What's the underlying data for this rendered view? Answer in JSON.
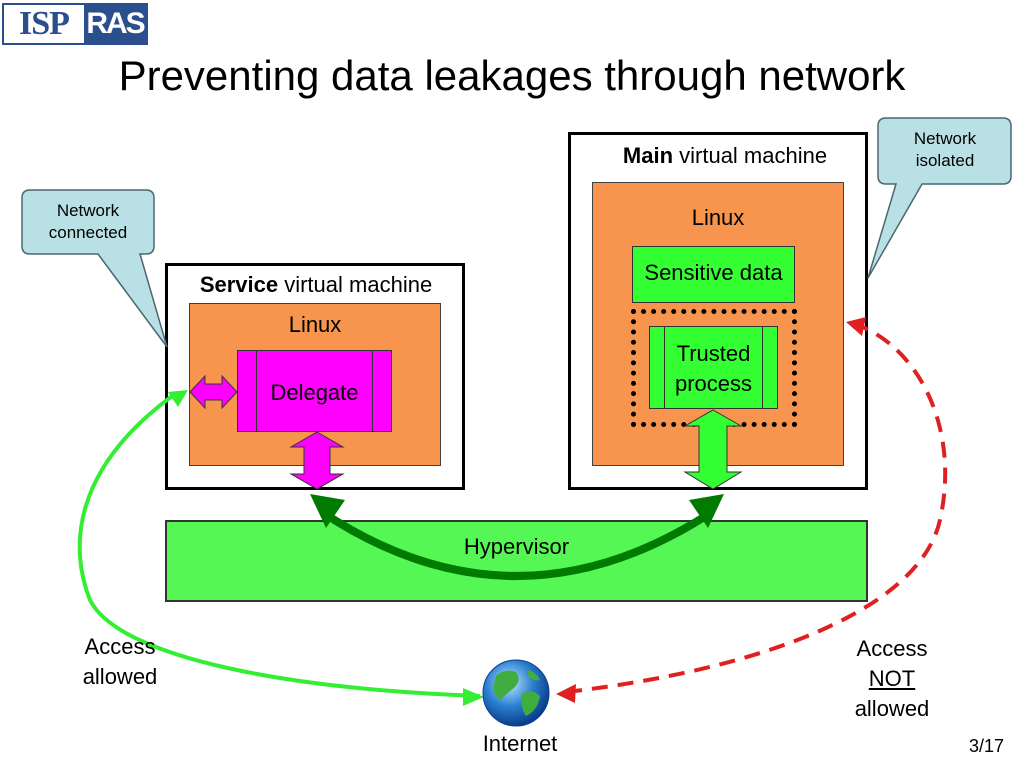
{
  "logo": {
    "left_text": "ISP",
    "right_text": "RAS"
  },
  "title": "Preventing data leakages through network",
  "callouts": {
    "network_connected": "Network connected",
    "network_isolated": "Network isolated"
  },
  "service_vm": {
    "bold_label": "Service",
    "label": " virtual machine",
    "os": "Linux",
    "delegate": "Delegate"
  },
  "main_vm": {
    "bold_label": "Main",
    "label": " virtual machine",
    "os": "Linux",
    "sensitive": "Sensitive data",
    "trusted_line1": "Trusted",
    "trusted_line2": "process"
  },
  "hypervisor": "Hypervisor",
  "access_allowed": {
    "line1": "Access",
    "line2": "allowed"
  },
  "access_not_allowed": {
    "line1": "Access",
    "line2": "NOT",
    "line3": "allowed"
  },
  "internet": "Internet",
  "page_number": "3/17",
  "colors": {
    "linux": "#f7954f",
    "delegate": "#ff00ff",
    "green_box": "#33ff33",
    "hypervisor": "#55f755",
    "allowed_arrow": "#33ff33",
    "denied_arrow": "#e02020",
    "hyper_arrow": "#007a00",
    "callout": "#b9e1e5",
    "logo_blue": "#2b4e8c"
  }
}
